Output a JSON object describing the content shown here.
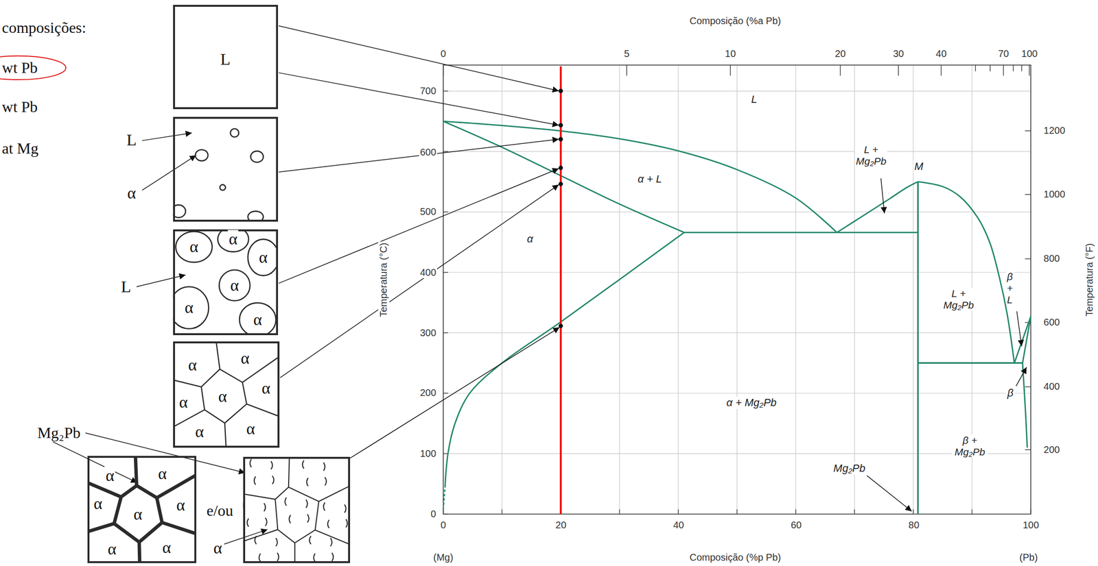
{
  "diagram": {
    "nodes": [
      {
        "text": [
          "L"
        ]
      },
      {
        "text": [
          "L",
          "α"
        ]
      },
      {
        "text": [
          "α",
          "α",
          "α",
          "α",
          "α",
          "α",
          "L"
        ]
      },
      {
        "text": [
          "α",
          "α",
          "α",
          "α",
          "α",
          "α",
          "α"
        ]
      },
      {
        "text": [
          "α",
          "α",
          "α",
          "α",
          "α",
          "α",
          "α"
        ]
      },
      {
        "text": [
          "α"
        ]
      }
    ],
    "labels": [
      "composições:",
      "wt Pb",
      "wt Pb",
      "at Mg",
      "Mg₂Pb",
      "e/ou",
      "Composição (%a Pb)",
      "0",
      "5",
      "10",
      "20",
      "30",
      "40",
      "70",
      "100",
      "0",
      "100",
      "200",
      "300",
      "400",
      "500",
      "600",
      "700",
      "0",
      "20",
      "40",
      "60",
      "80",
      "100",
      "1200",
      "1000",
      "800",
      "600",
      "400",
      "200",
      "Temperatura (°C)",
      "Temperatura (°F)",
      "Composição (%p Pb)",
      "(Mg)",
      "(Pb)",
      "L",
      "α + L",
      "α",
      "L + Mg₂Pb",
      "M",
      "L + Mg₂Pb",
      "β + L",
      "β",
      "α + Mg₂Pb",
      "β + Mg₂Pb",
      "Mg₂Pb"
    ]
  }
}
